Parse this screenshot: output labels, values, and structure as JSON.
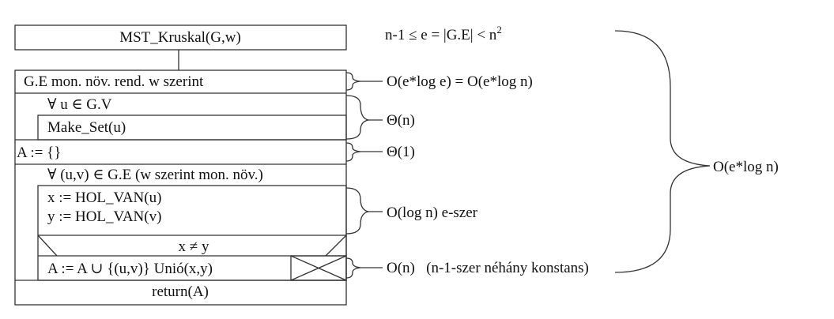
{
  "diagram": {
    "title": "MST_Kruskal(G,w)",
    "rows": {
      "sort": "G.E mon. növ. rend. w szerint",
      "loop1": "∀ u ∈ G.V",
      "make_set": "Make_Set(u)",
      "init_a": "A := {}",
      "loop2": "∀ (u,v) ∈ G.E (w szerint mon. növ.)",
      "find_x": "x := HOL_VAN(u)",
      "find_y": "y := HOL_VAN(v)",
      "condition": "x ≠ y",
      "union": "A := A ∪ {(u,v)}   Unió(x,y)",
      "return": "return(A)"
    },
    "annotations": {
      "edge_bound": "n-1 ≤ e = |G.E| < n",
      "edge_bound_sup": "2",
      "sort_cost": "O(e*log e) = O(e*log n)",
      "make_set_cost": "Θ(n)",
      "init_cost": "Θ(1)",
      "find_cost": "O(log n) e-szer",
      "union_cost": "O(n)   (n-1-szer néhány konstans)",
      "total_cost": "O(e*log n)"
    }
  }
}
